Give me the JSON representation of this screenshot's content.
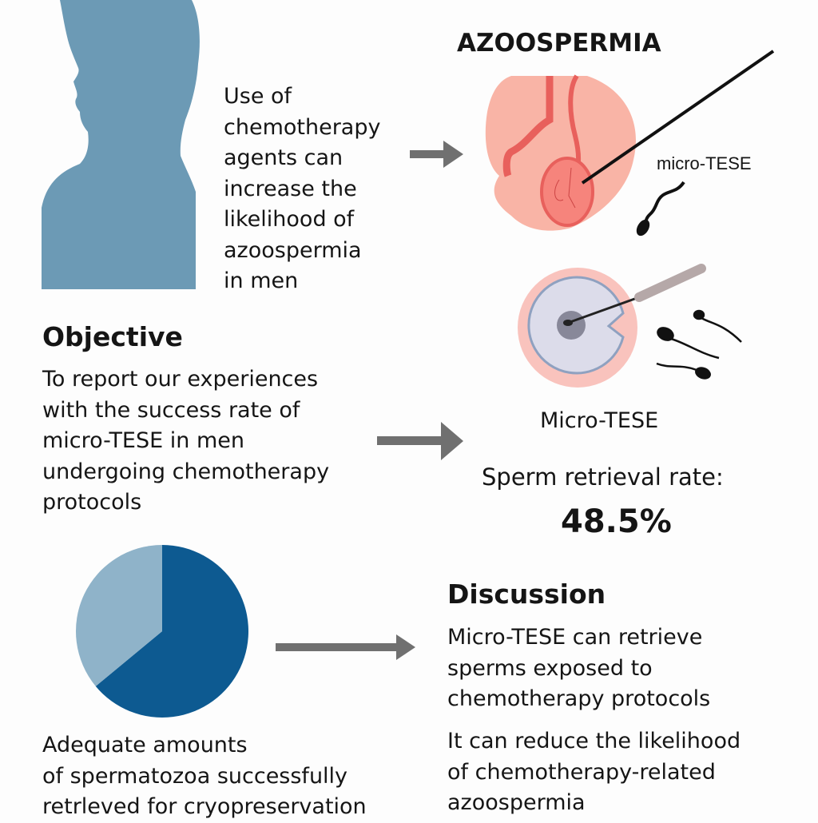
{
  "title": "AZOOSPERMIA",
  "intro": {
    "lines": [
      "Use of",
      "chemotherapy",
      "agents can",
      "increase the",
      "likelihood of",
      "azoospermia",
      "in men"
    ]
  },
  "illustration_label": "micro-TESE",
  "objective": {
    "heading": "Objective",
    "lines": [
      "To report our experiences",
      "with the success rate of",
      "micro-TESE in men",
      "undergoing chemotherapy",
      "protocols"
    ]
  },
  "result": {
    "procedure_label": "Micro-TESE",
    "rate_label": "Sperm retrieval rate:",
    "rate_value": "48.5%"
  },
  "pie": {
    "caption_lines": [
      "Adequate amounts",
      "of spermatozoa successfully",
      "retrleved for cryopreservation"
    ]
  },
  "discussion": {
    "heading": "Discussion",
    "para1": [
      "Micro-TESE can retrieve",
      "sperms exposed to",
      "chemotherapy protocols"
    ],
    "para2": [
      "It can reduce the likelihood",
      "of chemotherapy-related",
      "azoospermia"
    ]
  },
  "chart_data": {
    "type": "pie",
    "title": "",
    "slices": [
      {
        "label": "dark",
        "value": 64,
        "color": "#0d5a91"
      },
      {
        "label": "light",
        "value": 36,
        "color": "#8fb3c9"
      }
    ]
  },
  "colors": {
    "silhouette": "#6c9ab5",
    "arrow": "#707070",
    "pink": "#f7b2a3",
    "red": "#e8605c"
  }
}
